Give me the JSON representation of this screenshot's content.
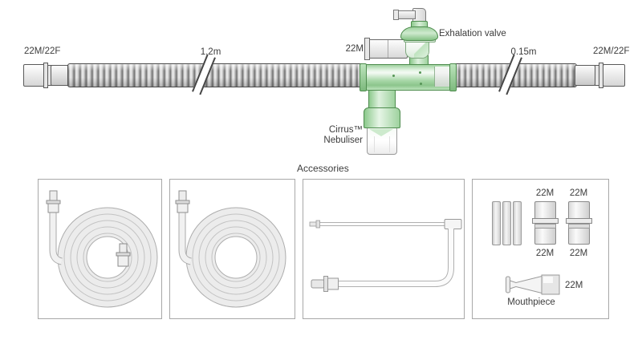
{
  "colors": {
    "accent_green": "#8cc98c",
    "outline_green": "#4e8c4e",
    "tube_gray": "#c9c9c9",
    "text": "#3c3c3c",
    "panel_border": "#a8a8a8"
  },
  "circuit": {
    "left_end_label": "22M/22F",
    "seg1_length_label": "1.2m",
    "valve_port_label": "22M",
    "valve_label": "Exhalation valve",
    "seg2_length_label": "0.15m",
    "right_end_label": "22M/22F",
    "nebuliser_name": "Cirrus™",
    "nebuliser_type": "Nebuliser"
  },
  "accessories": {
    "heading": "Accessories",
    "connector1": {
      "top": "22M",
      "bottom": "22M"
    },
    "connector2": {
      "top": "22M",
      "bottom": "22M"
    },
    "mouthpiece": {
      "label": "Mouthpiece",
      "size": "22M"
    }
  }
}
